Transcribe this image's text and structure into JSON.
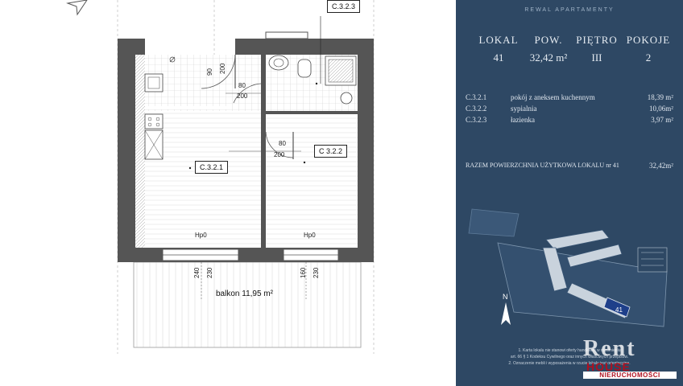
{
  "plan": {
    "rooms": {
      "bathroom": "C.3.2.3",
      "living": "C.3.2.1",
      "bedroom": "C 3.2.2"
    },
    "dims": {
      "d90": "90",
      "d200a": "200",
      "d80a": "80",
      "d200b": "200",
      "d80b": "80",
      "d200c": "200",
      "b240": "240",
      "b230a": "230",
      "b160": "160",
      "b230b": "230"
    },
    "hp_left": "Hp0",
    "hp_right": "Hp0",
    "balcony": "balkon 11,95 m²",
    "north": "N"
  },
  "panel": {
    "brand": "REWAL APARTAMENTY",
    "columns": [
      {
        "header": "LOKAL",
        "value": "41"
      },
      {
        "header": "POW.",
        "value": "32,42 m²"
      },
      {
        "header": "PIĘTRO",
        "value": "III"
      },
      {
        "header": "POKOJE",
        "value": "2"
      }
    ],
    "rooms": [
      {
        "code": "C.3.2.1",
        "name": "pokój z aneksem kuchennym",
        "area": "18,39 m²"
      },
      {
        "code": "C.3.2.2",
        "name": "sypialnia",
        "area": "10,06m²"
      },
      {
        "code": "C.3.2.3",
        "name": "łazienka",
        "area": "3,97 m²"
      }
    ],
    "total_label": "RAZEM POWIERZCHNIA UŻYTKOWA LOKALU nr 41",
    "total_value": "32,42m²",
    "map_unit": "41",
    "notes": [
      "1. Karta lokalu nie stanowi oferty handlowej w rozumieniu",
      "art. 66 § 1 Kodeksu Cywilnego oraz innych właściwych przepisów.",
      "2. Oznaczenie mebli i wyposażenia w rzucie lokalu jest orientacyjne."
    ]
  },
  "logo": {
    "rent": "Rent",
    "house": "HOUSE",
    "sub": "NIERUCHOMOŚCI"
  },
  "colors": {
    "panel_bg": "#2e4864",
    "wall": "#555555",
    "tile": "#e9e9e9",
    "highlight": "#1e3f8a",
    "logo_red": "#b01020"
  }
}
